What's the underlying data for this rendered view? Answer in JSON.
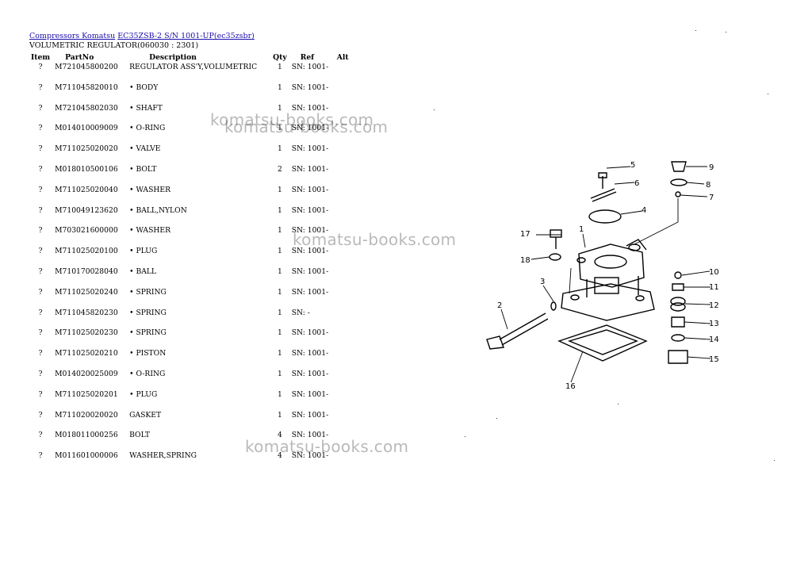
{
  "breadcrumb": {
    "link1": "Compressors Komatsu",
    "link2": "EC35ZSB-2 S/N 1001-UP(ec35zsbr)"
  },
  "subtitle": "VOLUMETRIC REGULATOR(060030 : 2301)",
  "columns": {
    "item": "Item",
    "part": "PartNo",
    "desc": "Description",
    "qty": "Qty",
    "ref": "Ref",
    "alt": "Alt"
  },
  "rows": [
    {
      "item": "?",
      "part": "M721045800200",
      "desc": "REGULATOR ASS'Y,VOLUMETRIC",
      "qty": "1",
      "ref": "SN: 1001-"
    },
    {
      "item": "?",
      "part": "M711045820010",
      "desc": "• BODY",
      "qty": "1",
      "ref": "SN: 1001-"
    },
    {
      "item": "?",
      "part": "M721045802030",
      "desc": "• SHAFT",
      "qty": "1",
      "ref": "SN: 1001-"
    },
    {
      "item": "?",
      "part": "M014010009009",
      "desc": "• O-RING",
      "qty": "1",
      "ref": "SN: 1001-"
    },
    {
      "item": "?",
      "part": "M711025020020",
      "desc": "• VALVE",
      "qty": "1",
      "ref": "SN: 1001-"
    },
    {
      "item": "?",
      "part": "M018010500106",
      "desc": "• BOLT",
      "qty": "2",
      "ref": "SN: 1001-"
    },
    {
      "item": "?",
      "part": "M711025020040",
      "desc": "• WASHER",
      "qty": "1",
      "ref": "SN: 1001-"
    },
    {
      "item": "?",
      "part": "M710049123620",
      "desc": "• BALL,NYLON",
      "qty": "1",
      "ref": "SN: 1001-"
    },
    {
      "item": "?",
      "part": "M703021600000",
      "desc": "• WASHER",
      "qty": "1",
      "ref": "SN: 1001-"
    },
    {
      "item": "?",
      "part": "M711025020100",
      "desc": "• PLUG",
      "qty": "1",
      "ref": "SN: 1001-"
    },
    {
      "item": "?",
      "part": "M710170028040",
      "desc": "• BALL",
      "qty": "1",
      "ref": "SN: 1001-"
    },
    {
      "item": "?",
      "part": "M711025020240",
      "desc": "• SPRING",
      "qty": "1",
      "ref": "SN: 1001-"
    },
    {
      "item": "?",
      "part": "M711045820230",
      "desc": "• SPRING",
      "qty": "1",
      "ref": "SN: -"
    },
    {
      "item": "?",
      "part": "M711025020230",
      "desc": "• SPRING",
      "qty": "1",
      "ref": "SN: 1001-"
    },
    {
      "item": "?",
      "part": "M711025020210",
      "desc": "• PISTON",
      "qty": "1",
      "ref": "SN: 1001-"
    },
    {
      "item": "?",
      "part": "M014020025009",
      "desc": "• O-RING",
      "qty": "1",
      "ref": "SN: 1001-"
    },
    {
      "item": "?",
      "part": "M711025020201",
      "desc": "• PLUG",
      "qty": "1",
      "ref": "SN: 1001-"
    },
    {
      "item": "?",
      "part": "M711020020020",
      "desc": "GASKET",
      "qty": "1",
      "ref": "SN: 1001-"
    },
    {
      "item": "?",
      "part": "M018011000256",
      "desc": "BOLT",
      "qty": "4",
      "ref": "SN: 1001-"
    },
    {
      "item": "?",
      "part": "M011601000006",
      "desc": "WASHER,SPRING",
      "qty": "4",
      "ref": "SN: 1001-"
    }
  ],
  "watermarks": [
    "komatsu-books.com",
    "komatsu-books.com",
    "komatsu-books.com",
    "komatsu-books.com"
  ],
  "diagram_labels": [
    "1",
    "2",
    "3",
    "4",
    "5",
    "6",
    "7",
    "8",
    "9",
    "10",
    "11",
    "12",
    "13",
    "14",
    "15",
    "16",
    "17",
    "18"
  ]
}
